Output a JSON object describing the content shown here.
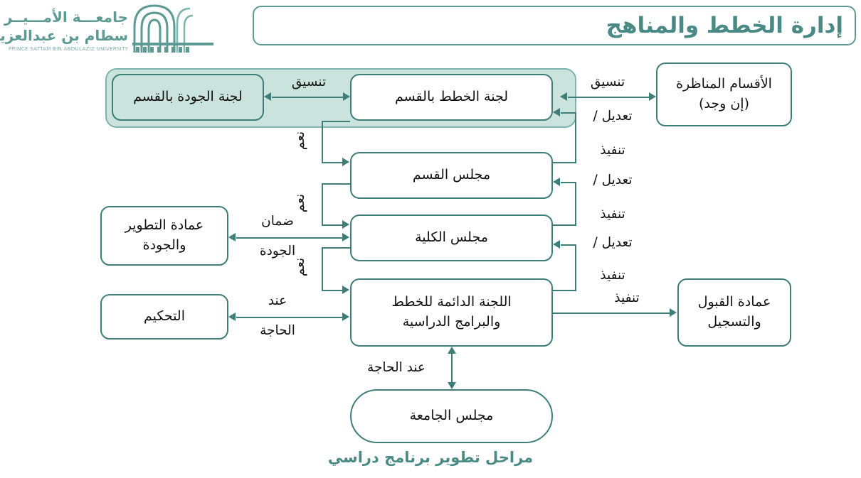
{
  "header": {
    "logo": {
      "line1": "جامعـــة الأمـــيــر",
      "line2": "سطام بن عبدالعزيز",
      "english": "PRINCE SATTAM BIN ABDULAZIZ UNIVERSITY",
      "mark_name": "university-arch-emblem"
    },
    "title": "إدارة الخطط والمناهج"
  },
  "caption": "مراحل تطوير برنامج دراسي",
  "colors": {
    "teal_line": "#3f7e78",
    "teal_text": "#4a8a85",
    "teal_fill": "#cbe3dd",
    "logo_teal": "#5d9a94",
    "group_border": "#7fb3ad"
  },
  "nodes": {
    "quality_committee": "لجنة الجودة بالقسم",
    "plans_committee": "لجنة الخطط بالقسم",
    "corresponding_departments": "الأقسام المناظرة\n(إن وجد)",
    "corresponding_departments_l1": "الأقسام المناظرة",
    "corresponding_departments_l2": "(إن وجد)",
    "department_council": "مجلس القسم",
    "college_council": "مجلس الكلية",
    "development_quality_deanship_l1": "عمادة التطوير",
    "development_quality_deanship_l2": "والجودة",
    "arbitration": "التحكيم",
    "permanent_committee_l1": "اللجنة الدائمة للخطط",
    "permanent_committee_l2": "والبرامج الدراسية",
    "admission_registration_l1": "عمادة القبول",
    "admission_registration_l2": "والتسجيل",
    "university_council": "مجلس الجامعة"
  },
  "edge_labels": {
    "coordination_left": "تنسيق",
    "coordination_right": "تنسيق",
    "amend_exec_1_l1": "تعديل /",
    "amend_exec_1_l2": "تنفيذ",
    "amend_exec_2_l1": "تعديل /",
    "amend_exec_2_l2": "تنفيذ",
    "amend_exec_3_l1": "تعديل /",
    "amend_exec_3_l2": "تنفيذ",
    "yes_1": "نعم",
    "yes_2": "نعم",
    "yes_3": "نعم",
    "quality_assurance_l1": "ضمان",
    "quality_assurance_l2": "الجودة",
    "when_needed_left_l1": "عند",
    "when_needed_left_l2": "الحاجة",
    "execute_registration": "تنفيذ",
    "when_needed_bottom": "عند الحاجة"
  }
}
